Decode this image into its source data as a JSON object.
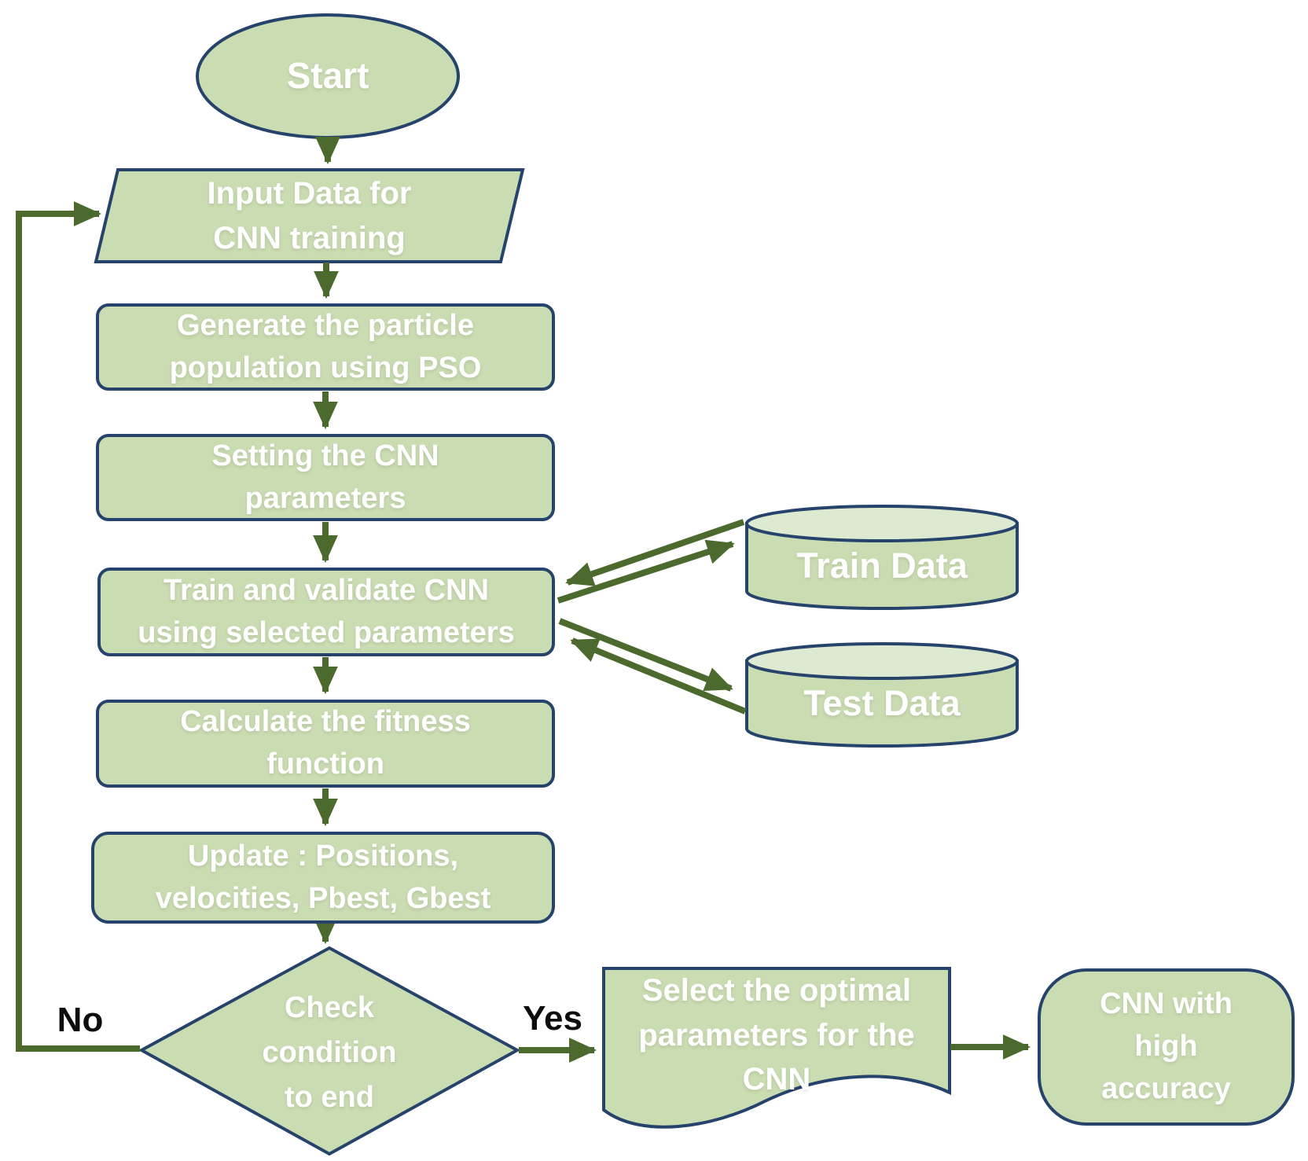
{
  "theme": {
    "colors": {
      "fill": "#cadcb2",
      "fill-light": "#dde9d0",
      "stroke": "#25436b",
      "arrow": "#4c6a2e",
      "text": "#ffffff",
      "label": "#0d0d0d",
      "bg": "#ffffff"
    }
  },
  "nodes": {
    "start": {
      "label": "Start"
    },
    "input_data": {
      "label": "Input Data for\nCNN training"
    },
    "generate_population": {
      "label": "Generate the particle\npopulation using PSO"
    },
    "set_parameters": {
      "label": "Setting the CNN\nparameters"
    },
    "train_validate": {
      "label": "Train and validate CNN\nusing selected parameters"
    },
    "train_data": {
      "label": "Train Data"
    },
    "test_data": {
      "label": "Test Data"
    },
    "calculate_fitness": {
      "label": "Calculate the fitness\nfunction"
    },
    "update_particles": {
      "label": "Update : Positions,\nvelocities, Pbest, Gbest"
    },
    "check_condition": {
      "label": "Check\ncondition\nto end"
    },
    "select_optimal": {
      "label": "Select the optimal\nparameters for the\nCNN"
    },
    "cnn_high_accuracy": {
      "label": "CNN with\nhigh\naccuracy"
    }
  },
  "edges": {
    "no_label": "No",
    "yes_label": "Yes"
  }
}
